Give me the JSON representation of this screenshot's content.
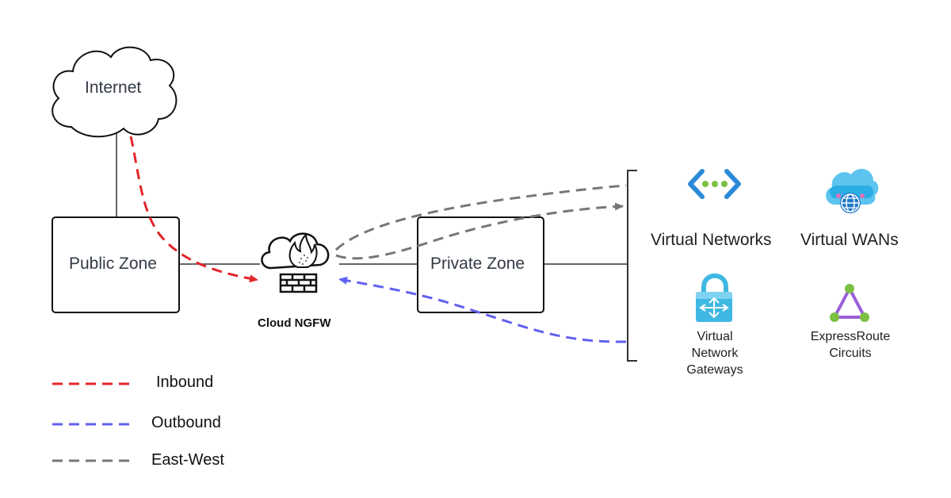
{
  "nodes": {
    "internet": "Internet",
    "public_zone": "Public Zone",
    "firewall": "Cloud NGFW",
    "private_zone": "Private Zone"
  },
  "resources": {
    "vnet": "Virtual Networks",
    "vwan": "Virtual WANs",
    "vng": "Virtual Network Gateways",
    "er": "ExpressRoute Circuits"
  },
  "legend": [
    {
      "label": "Inbound",
      "color": "#e3262a"
    },
    {
      "label": "Outbound",
      "color": "#6060f0"
    },
    {
      "label": "East-West",
      "color": "#777777"
    }
  ],
  "colors": {
    "vnet_icon": "#2b8ad8",
    "vnet_dots": "#7bc043",
    "vwan_icon": "#1ea7e1",
    "vng_icon": "#3fb8e3",
    "er_icon": "#9a5fd8",
    "er_nodes": "#7bc043"
  }
}
